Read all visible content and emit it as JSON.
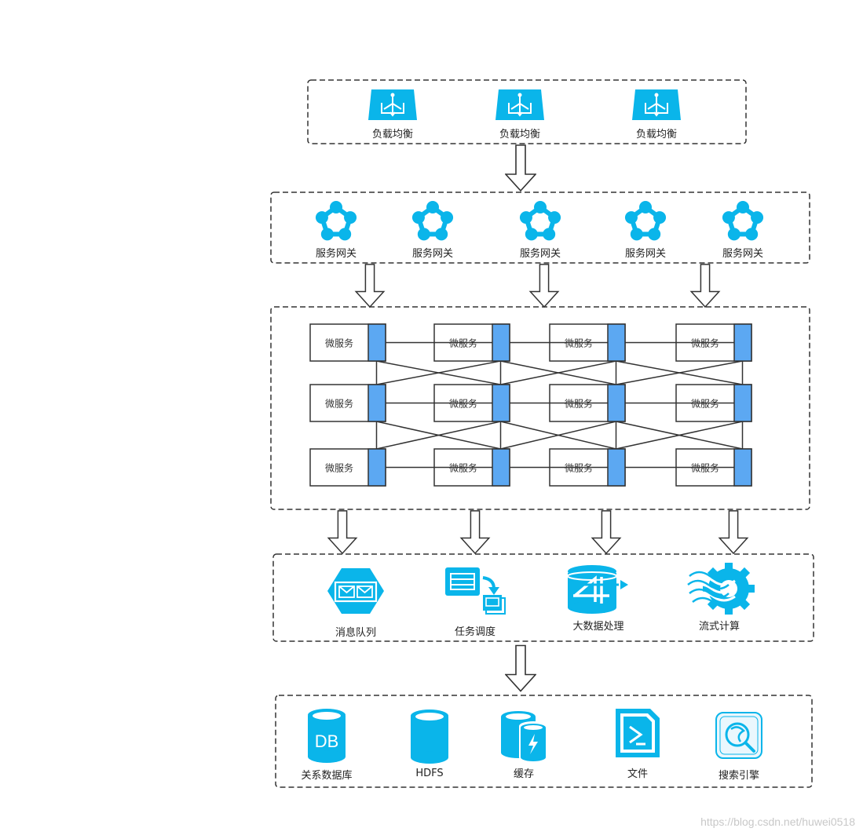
{
  "colors": {
    "accent": "#0ab5ea",
    "handle": "#5ca8f2",
    "border": "#333333"
  },
  "layers": {
    "load_balancers": [
      {
        "label": "负载均衡",
        "icon": "load-balancer-icon"
      },
      {
        "label": "负载均衡",
        "icon": "load-balancer-icon"
      },
      {
        "label": "负载均衡",
        "icon": "load-balancer-icon"
      }
    ],
    "gateways": [
      {
        "label": "服务网关",
        "icon": "gateway-icon"
      },
      {
        "label": "服务网关",
        "icon": "gateway-icon"
      },
      {
        "label": "服务网关",
        "icon": "gateway-icon"
      },
      {
        "label": "服务网关",
        "icon": "gateway-icon"
      },
      {
        "label": "服务网关",
        "icon": "gateway-icon"
      }
    ],
    "microservices": {
      "rows": [
        [
          "微服务",
          "微服务",
          "微服务",
          "微服务"
        ],
        [
          "微服务",
          "微服务",
          "微服务",
          "微服务"
        ],
        [
          "微服务",
          "微服务",
          "微服务",
          "微服务"
        ]
      ]
    },
    "middleware": [
      {
        "label": "消息队列",
        "icon": "message-queue-icon"
      },
      {
        "label": "任务调度",
        "icon": "task-scheduling-icon"
      },
      {
        "label": "大数据处理",
        "icon": "big-data-icon"
      },
      {
        "label": "流式计算",
        "icon": "stream-computing-icon"
      }
    ],
    "storage": [
      {
        "label": "关系数据库",
        "icon": "database-icon",
        "icon_text": "DB"
      },
      {
        "label": "HDFS",
        "icon": "hdfs-icon"
      },
      {
        "label": "缓存",
        "icon": "cache-icon"
      },
      {
        "label": "文件",
        "icon": "file-icon"
      },
      {
        "label": "搜索引擎",
        "icon": "search-engine-icon"
      }
    ]
  },
  "watermark": "https://blog.csdn.net/huwei0518"
}
